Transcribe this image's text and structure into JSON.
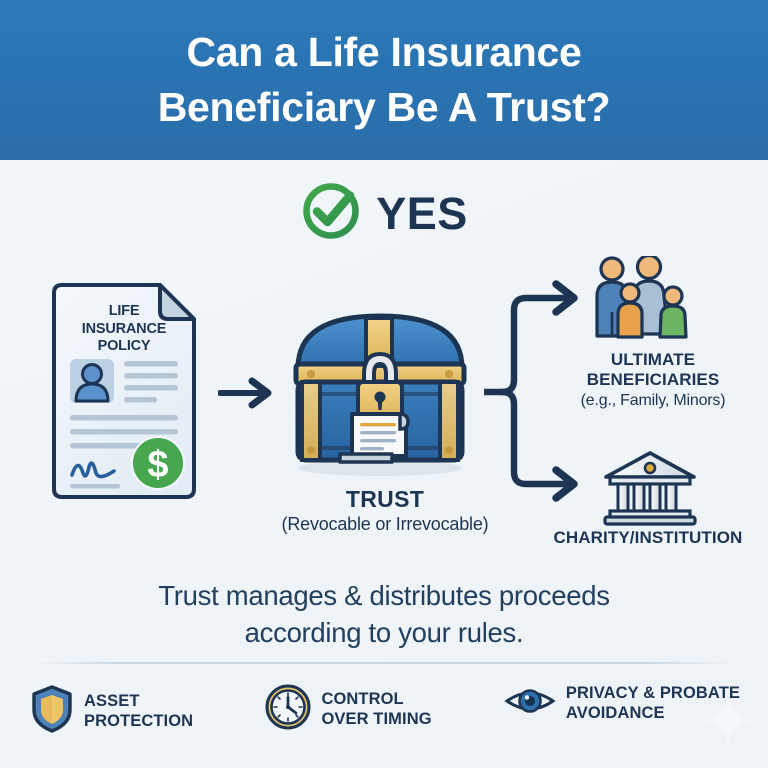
{
  "header": {
    "title_line1": "Can a Life Insurance",
    "title_line2": "Beneficiary Be A Trust?",
    "background_color": "#2b72b1",
    "text_color": "#ffffff"
  },
  "verdict": {
    "label": "YES",
    "icon": "check-circle-icon",
    "icon_color": "#35a24a",
    "text_color": "#1d3552"
  },
  "flow": {
    "source": {
      "icon": "life-insurance-policy-document-icon",
      "title_line1": "LIFE",
      "title_line2": "INSURANCE",
      "title_line3": "POLICY",
      "badge_symbol": "$",
      "badge_color": "#3da css"
    },
    "connector_1": {
      "icon": "arrow-right-icon"
    },
    "center": {
      "icon": "locked-treasure-chest-icon",
      "label": "TRUST",
      "sublabel": "(Revocable or Irrevocable)",
      "chest_body_color": "#2b6cad",
      "chest_trim_color": "#e8c169"
    },
    "branch": {
      "icon": "branching-arrows-icon",
      "color": "#1d3552"
    },
    "destinations": [
      {
        "icon": "family-group-icon",
        "label_line1": "ULTIMATE",
        "label_line2": "BENEFICIARIES",
        "label_line3": "(e.g., Family, Minors)"
      },
      {
        "icon": "institution-building-icon",
        "label_line1": "CHARITY/INSTITUTION"
      }
    ]
  },
  "tagline": {
    "line1": "Trust manages & distributes proceeds",
    "line2": "according to your rules."
  },
  "features": [
    {
      "icon": "shield-icon",
      "label_line1": "ASSET",
      "label_line2": "PROTECTION"
    },
    {
      "icon": "clock-icon",
      "label_line1": "CONTROL",
      "label_line2": "OVER TIMING"
    },
    {
      "icon": "eye-icon",
      "label_line1": "PRIVACY & PROBATE",
      "label_line2": "AVOIDANCE"
    }
  ]
}
